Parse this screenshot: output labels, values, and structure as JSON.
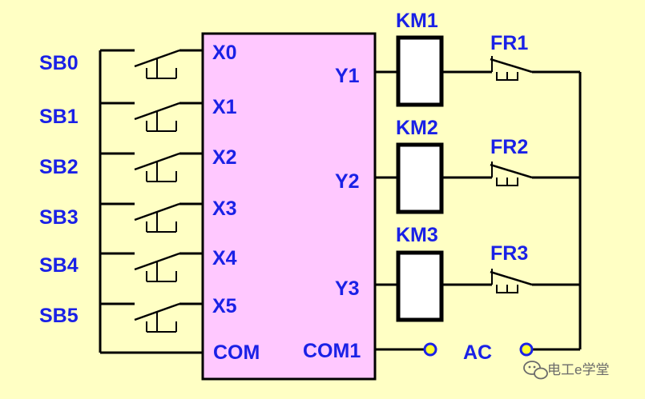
{
  "colors": {
    "background": "#ffffc4",
    "plc_fill": "#ffc8ff",
    "label_blue": "#1a21e6",
    "wire": "#000000",
    "terminal_yellow": "#ffff33"
  },
  "input_switches": [
    {
      "label": "SB0",
      "terminal": "X0"
    },
    {
      "label": "SB1",
      "terminal": "X1"
    },
    {
      "label": "SB2",
      "terminal": "X2"
    },
    {
      "label": "SB3",
      "terminal": "X3"
    },
    {
      "label": "SB4",
      "terminal": "X4"
    },
    {
      "label": "SB5",
      "terminal": "X5"
    }
  ],
  "plc": {
    "com_left": "COM",
    "com_right": "COM1"
  },
  "outputs": [
    {
      "terminal": "Y1",
      "coil": "KM1",
      "overload": "FR1"
    },
    {
      "terminal": "Y2",
      "coil": "KM2",
      "overload": "FR2"
    },
    {
      "terminal": "Y3",
      "coil": "KM3",
      "overload": "FR3"
    }
  ],
  "power": {
    "label": "AC"
  },
  "watermark": {
    "text": "电工e学堂",
    "icon": "wechat-icon"
  }
}
